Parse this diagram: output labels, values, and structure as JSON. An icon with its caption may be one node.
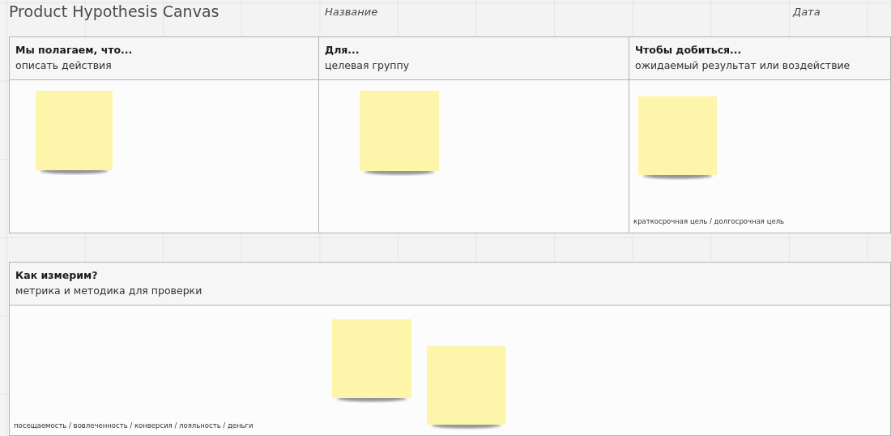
{
  "diagram": {
    "title": "Product Hypothesis Canvas",
    "nodes": [
      {
        "text": [
          "Мы полагаем, что...",
          "описать действия"
        ]
      },
      {
        "text": [],
        "shape": "box",
        "in": 0
      },
      {
        "text": [
          "Для...",
          "целевая группу"
        ]
      },
      {
        "text": [],
        "shape": "box",
        "in": 2
      },
      {
        "text": [
          "Чтобы добиться...",
          "ожидаемый результат или воздействие",
          "краткосрочная цель / долгосрочная цель"
        ]
      },
      {
        "text": [],
        "shape": "box",
        "in": 4
      },
      {
        "text": [
          "Как измерим?",
          "метрика и методика для проверки",
          "посещаемость / вовлеченность / конверсия / лояльность / деньги"
        ]
      },
      {
        "text": [],
        "shape": "box",
        "in": 6
      },
      {
        "text": [],
        "shape": "box",
        "in": 6
      }
    ],
    "labels": [
      "Название",
      "Дата"
    ]
  }
}
